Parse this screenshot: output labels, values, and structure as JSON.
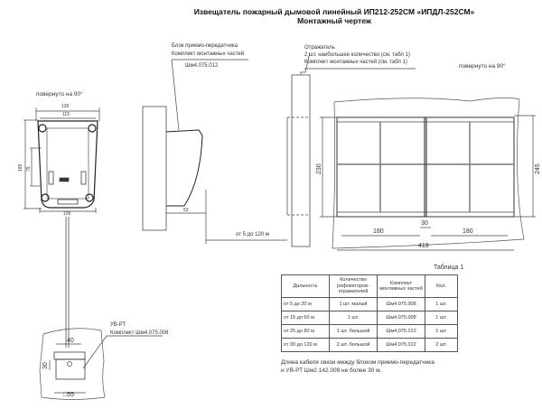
{
  "title": {
    "line1": "Извещатель  пожарный  дымовой  линейный  ИП212-252СМ   «ИПДЛ-252СМ»",
    "line2": "Монтажный  чертеж"
  },
  "front_view": {
    "rotated": "повернуто на 90°",
    "dims": {
      "width_outer": "126",
      "width_inner": "115",
      "height_outer": "165",
      "height_inner": "75",
      "bottom": "109"
    }
  },
  "transceiver": {
    "label1": "Блок приемо-передатчика",
    "label2": "Комплект монтажных частей",
    "code": "Шм4.075.012",
    "depth": "53"
  },
  "distance": "от 5 до 120  м",
  "reflector": {
    "label1": "Отражатель",
    "label2": "2 шт. наибольшее количество (см. табл 1)",
    "label3": "Комплект монтажных частей (см. табл 1)",
    "rotated": "повернуто на 90°",
    "dims": {
      "height": "230",
      "height_outer": "245",
      "half_left": "180",
      "half_right": "180",
      "gap": "30",
      "width": "419"
    }
  },
  "uvrt": {
    "label1": "УВ-РТ",
    "label2": "Комплект Шм4.075.008",
    "dims": {
      "width": "40",
      "height": "30",
      "square": "55"
    }
  },
  "table": {
    "caption": "Таблица 1",
    "headers": [
      "Дальность",
      "Количество рефлекторов-отражателей",
      "Комплект монтажных частей",
      "Кол."
    ],
    "rows": [
      [
        "от 5 до 20 м",
        "1 шт. малый",
        "Шм4.075.008",
        "1 шт."
      ],
      [
        "от 15 до 60 м",
        "1 шт.",
        "Шм4.075.008",
        "1 шт."
      ],
      [
        "от 25 до 80 м",
        "1 шт. большой",
        "Шм4.075.012",
        "1 шт."
      ],
      [
        "от 30 до 120 м",
        "2 шт. большой",
        "Шм4.075.012",
        "2 шт."
      ]
    ]
  },
  "note": {
    "line1": "Длина кабеля связи между блоком приемо-передатчика",
    "line2": "и УВ-РТ Шм2.142.009 не более 30 м."
  }
}
